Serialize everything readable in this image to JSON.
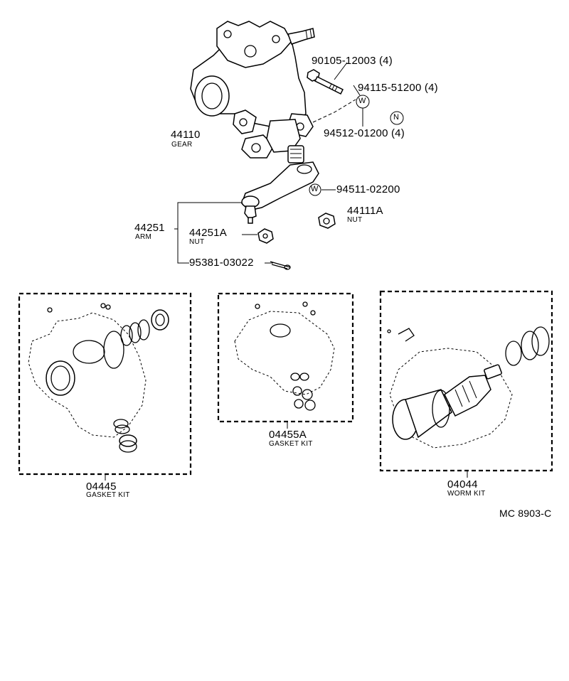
{
  "labels": {
    "gear": {
      "number": "44110",
      "name": "GEAR"
    },
    "bolt": {
      "number": "90105-12003 (4)"
    },
    "washer_top": {
      "number": "94115-51200 (4)"
    },
    "washer_mid": {
      "number": "94512-01200 (4)"
    },
    "washer_small": {
      "number": "94511-02200"
    },
    "arm": {
      "number": "44251",
      "name": "ARM"
    },
    "arm_nut": {
      "number": "44251A",
      "name": "NUT"
    },
    "big_nut": {
      "number": "44111A",
      "name": "NUT"
    },
    "cotter_pin": {
      "number": "95381-03022"
    },
    "gasket_kit_1": {
      "number": "04445",
      "name": "GASKET KIT"
    },
    "gasket_kit_2": {
      "number": "04455A",
      "name": "GASKET KIT"
    },
    "worm_kit": {
      "number": "04044",
      "name": "WORM KIT"
    }
  },
  "symbols": {
    "washer_symbol": "W",
    "nut_symbol": "N"
  },
  "reference": "MC 8903-C"
}
